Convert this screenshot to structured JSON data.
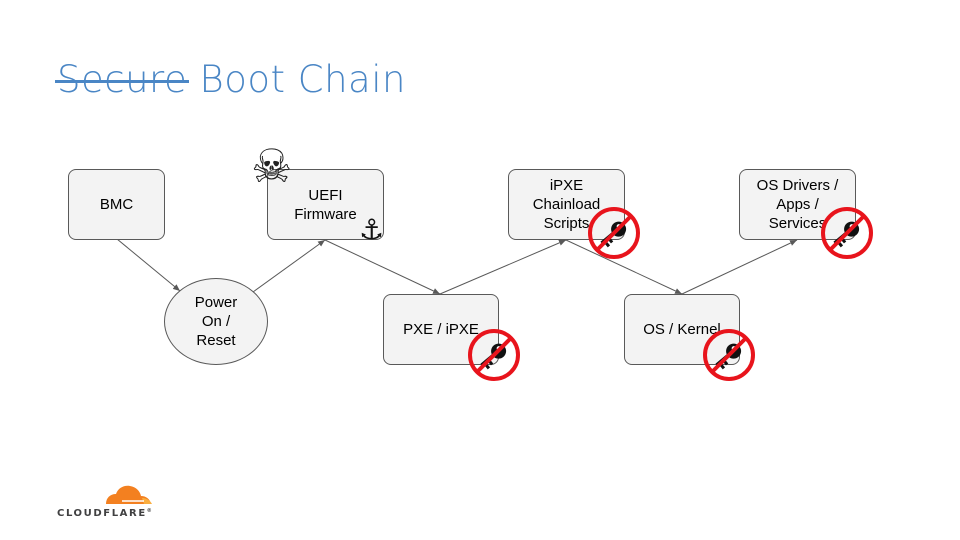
{
  "slide": {
    "title_struck": "Secure",
    "title_rest": " Boot Chain"
  },
  "nodes": {
    "bmc": "BMC",
    "power": "Power\nOn /\nReset",
    "uefi": "UEFI\nFirmware",
    "pxe": "PXE / iPXE",
    "ipxe_scripts": "iPXE\nChainload\nScripts",
    "os_kernel": "OS / Kernel",
    "os_drivers": "OS Drivers /\nApps /\nServices"
  },
  "icons": {
    "skull": "skull-and-crossbones-icon",
    "anchor": "anchor-icon",
    "no_key": "no-key-icon"
  },
  "colors": {
    "title": "#4a86c5",
    "node_fill": "#f3f3f3",
    "node_border": "#595959",
    "prohibit_red": "#e8141c",
    "brand_orange": "#f38020"
  },
  "brand": {
    "name": "CLOUDFLARE"
  }
}
